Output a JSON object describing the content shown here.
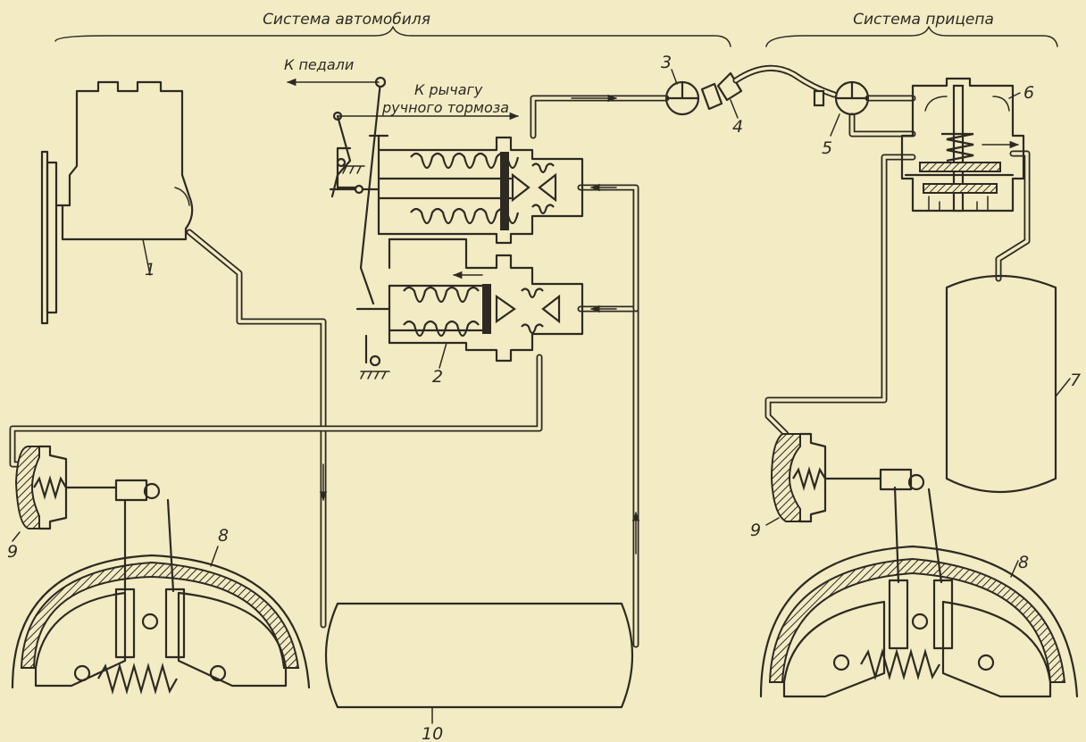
{
  "headers": {
    "vehicle_system": "Система автомобиля",
    "trailer_system": "Система прицепа"
  },
  "annotations": {
    "to_pedal": "К педали",
    "to_lever_line1": "К рычагу",
    "to_lever_line2": "ручного тормоза"
  },
  "callouts": {
    "compressor": "1",
    "brake_valve": "2",
    "disconnect_valve": "3",
    "hose_coupling": "4",
    "trailer_disconnect_valve": "5",
    "air_distributor": "6",
    "trailer_receiver": "7",
    "brake_mechanism_left": "8",
    "brake_mechanism_right": "8",
    "brake_chamber_left": "9",
    "brake_chamber_right": "9",
    "vehicle_receiver": "10"
  },
  "colors": {
    "paper": "#f2ebc4",
    "ink": "#2e2a22"
  }
}
